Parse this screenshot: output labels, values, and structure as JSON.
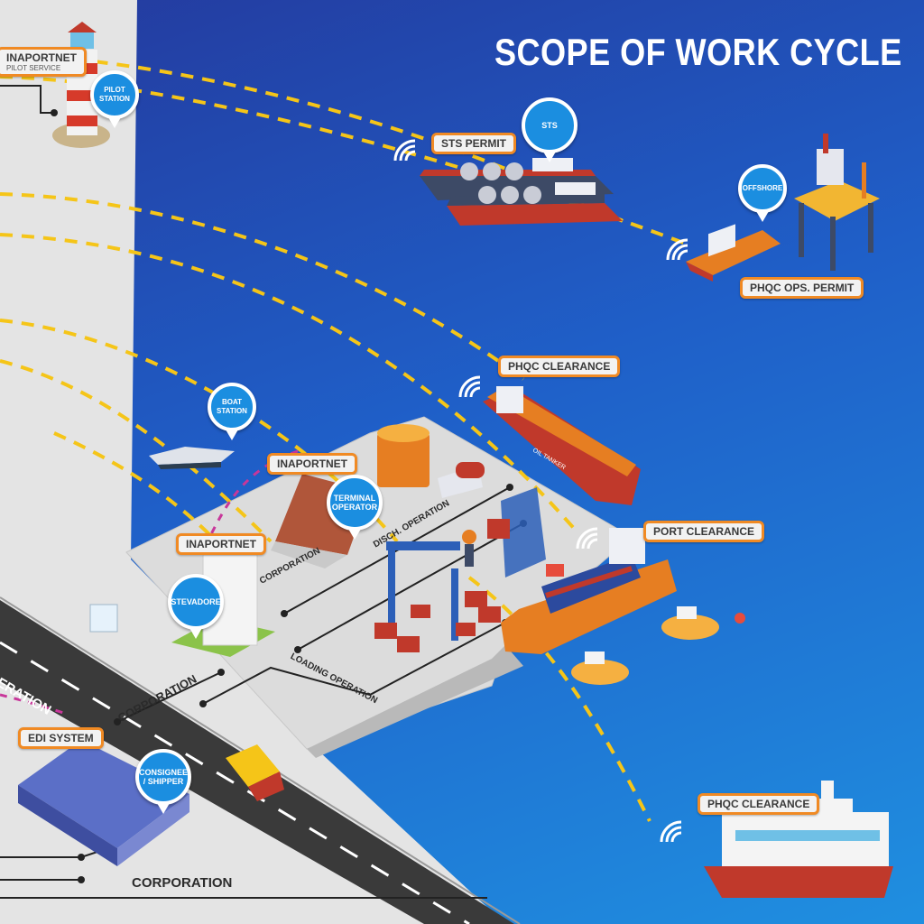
{
  "title": "SCOPE OF WORK CYCLE",
  "tags": {
    "inaportnet_top": "INAPORTNET",
    "pilot_service": "PILOT SERVICE",
    "sts_permit": "STS PERMIT",
    "phqc_ops_permit": "PHQC OPS. PERMIT",
    "phqc_clearance_1": "PHQC CLEARANCE",
    "inaportnet_terminal": "INAPORTNET",
    "inaportnet_stevedore": "INAPORTNET",
    "port_clearance": "PORT CLEARANCE",
    "edi_system": "EDI SYSTEM",
    "phqc_clearance_2": "PHQC CLEARANCE"
  },
  "pins": {
    "pilot_station": "PILOT STATION",
    "sts": "STS",
    "offshore": "OFFSHORE",
    "boat_station": "BOAT STATION",
    "terminal_operator": "TERMINAL OPERATOR",
    "stevedore": "STEVADORE",
    "consignee_shipper": "CONSIGNEE / SHIPPER"
  },
  "road_labels": {
    "corporation_small": "CORPORATION",
    "corporation_road": "CORPORATION",
    "corporation_bottom": "CORPORATION",
    "disch_operation": "DISCH. OPERATION",
    "loading_operation": "LOADING OPERATION",
    "operation_edge": "ERATION"
  },
  "ship_text": {
    "oil_tanker": "OIL TANKER"
  },
  "colors": {
    "sea_dark": "#243a9e",
    "sea_light": "#1f8fe0",
    "tag_border": "#f08a24",
    "pin_blue": "#1b8ee0",
    "route_yellow": "#f5c518"
  }
}
